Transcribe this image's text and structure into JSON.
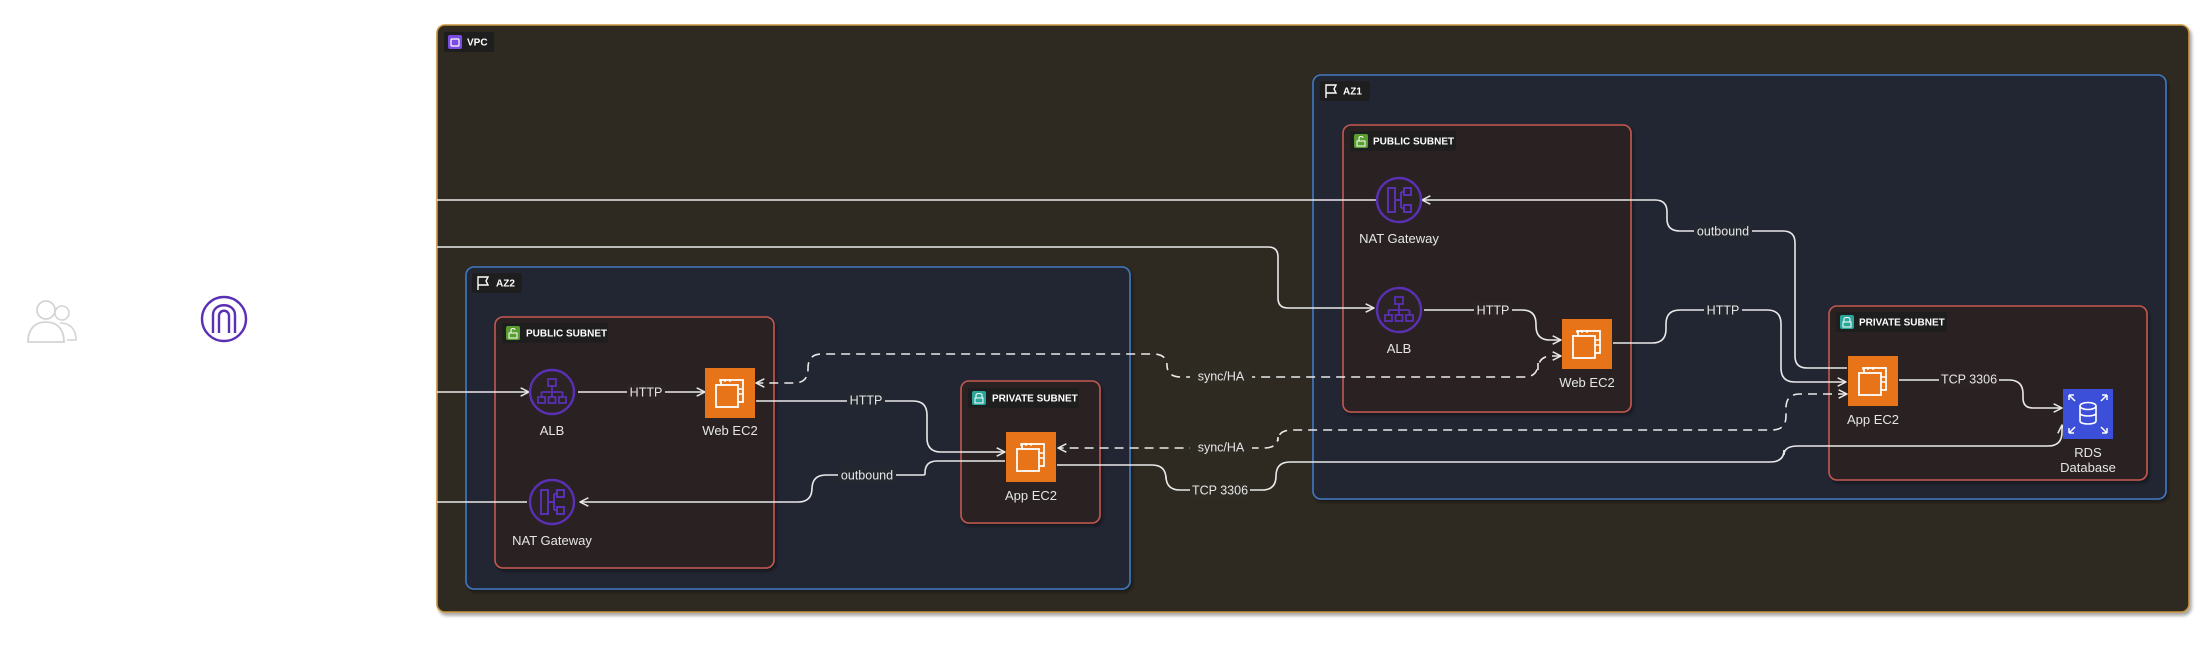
{
  "colors": {
    "vpc_bg": "#2e2b22",
    "vpc_border": "#c8933c",
    "az_bg": "#232830",
    "az_border": "#3f79c3",
    "subnet_bg": "#2b2324",
    "subnet_border": "#c45850",
    "ec2_orange": "#e77418",
    "rds_blue": "#3b4fd8",
    "network_purple": "#5a30b5",
    "edge": "#e9e9e9"
  },
  "vpc": {
    "tag": "VPC",
    "icon": "vpc-icon"
  },
  "az1": {
    "tag": "AZ1",
    "icon": "flag-icon",
    "public_subnet": {
      "tag": "PUBLIC SUBNET",
      "icon": "lock-open-icon"
    },
    "private_subnet": {
      "tag": "PRIVATE SUBNET",
      "icon": "lock-icon"
    },
    "nat_gateway": {
      "label": "NAT Gateway",
      "icon": "nat-gateway-icon"
    },
    "alb": {
      "label": "ALB",
      "icon": "load-balancer-icon"
    },
    "web_ec2": {
      "label": "Web EC2",
      "icon": "ec2-instance-icon"
    },
    "app_ec2": {
      "label": "App EC2",
      "icon": "ec2-instance-icon"
    },
    "rds": {
      "label_line1": "RDS",
      "label_line2": "Database",
      "icon": "rds-database-icon"
    }
  },
  "az2": {
    "tag": "AZ2",
    "icon": "flag-icon",
    "public_subnet": {
      "tag": "PUBLIC SUBNET",
      "icon": "lock-open-icon"
    },
    "private_subnet": {
      "tag": "PRIVATE SUBNET",
      "icon": "lock-icon"
    },
    "alb": {
      "label": "ALB",
      "icon": "load-balancer-icon"
    },
    "web_ec2": {
      "label": "Web EC2",
      "icon": "ec2-instance-icon"
    },
    "nat_gateway": {
      "label": "NAT Gateway",
      "icon": "nat-gateway-icon"
    },
    "app_ec2": {
      "label": "App EC2",
      "icon": "ec2-instance-icon"
    }
  },
  "external": {
    "users_icon": "users-icon",
    "gateway_icon": "internet-gateway-icon"
  },
  "edges": {
    "az1_outbound": "outbound",
    "az1_alb_web_http": "HTTP",
    "az1_web_app_http": "HTTP",
    "az1_app_rds_tcp": "TCP 3306",
    "az2_alb_web_http": "HTTP",
    "az2_web_app_http": "HTTP",
    "az2_outbound": "outbound",
    "az2_app_rds_tcp": "TCP 3306",
    "web_sync": "sync/HA",
    "app_sync": "sync/HA"
  }
}
